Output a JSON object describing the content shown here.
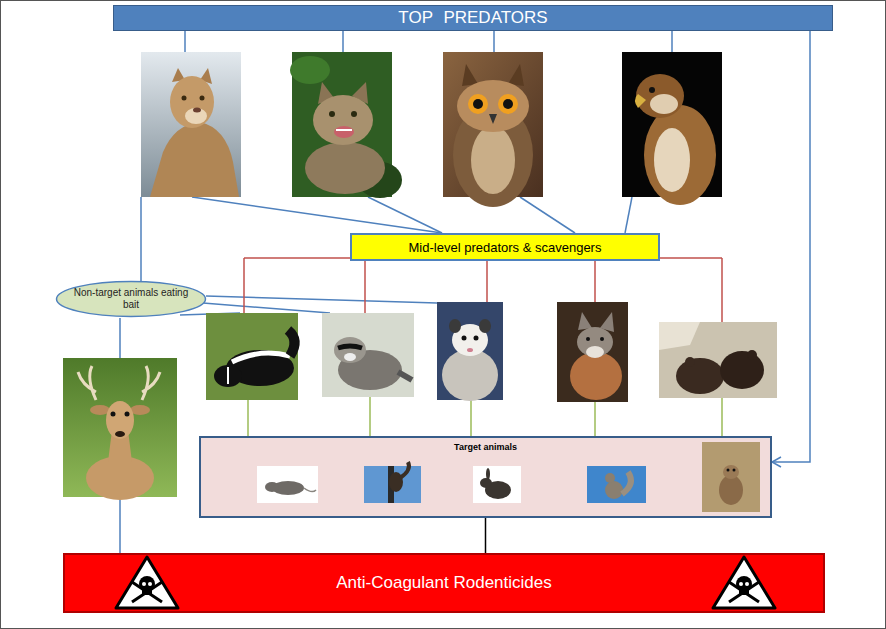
{
  "diagram": {
    "nodes": [
      {
        "text": [
          "TOP PREDATORS"
        ]
      },
      {
        "text": [
          "Mid-level predators & scavengers"
        ]
      },
      {
        "text": [
          "Non-target animals eating bait"
        ]
      },
      {
        "text": [
          "Target animals"
        ]
      },
      {
        "text": [
          "Anti-Coagulant Rodenticides"
        ]
      }
    ],
    "edges": [
      {
        "from": 0,
        "to": 3,
        "arrow": "to"
      },
      {
        "from": 3,
        "to": 4,
        "arrow": "none"
      }
    ]
  }
}
